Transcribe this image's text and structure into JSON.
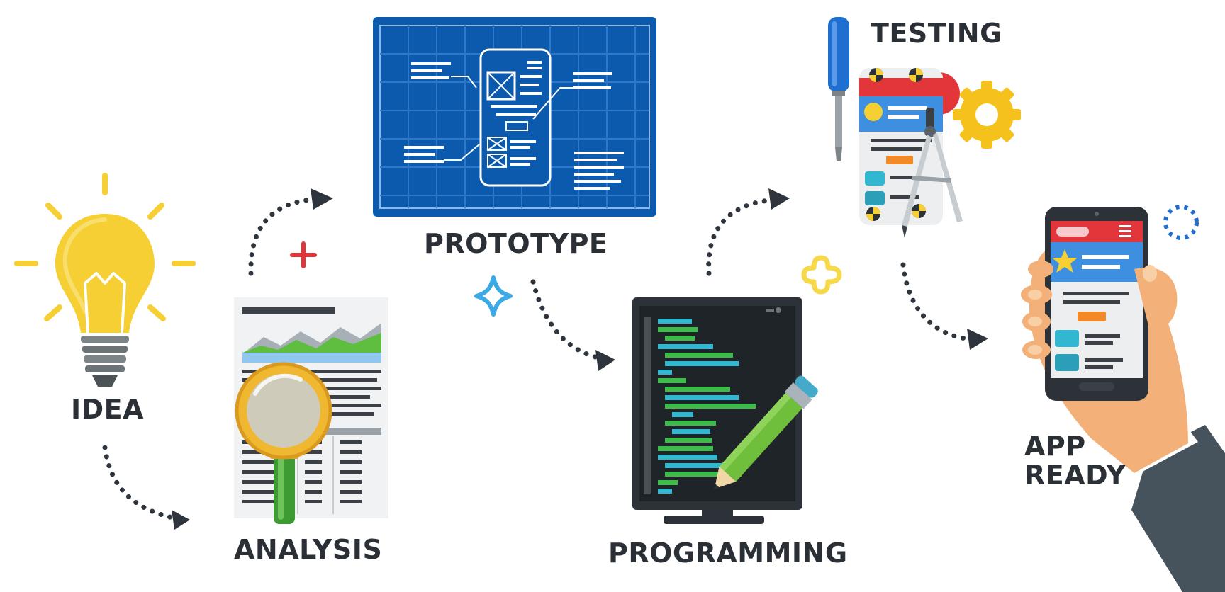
{
  "stages": [
    {
      "id": "idea",
      "label": "IDEA"
    },
    {
      "id": "analysis",
      "label": "ANALYSIS"
    },
    {
      "id": "prototype",
      "label": "PROTOTYPE"
    },
    {
      "id": "programming",
      "label": "PROGRAMMING"
    },
    {
      "id": "testing",
      "label": "TESTING"
    },
    {
      "id": "app_ready",
      "label_line1": "APP",
      "label_line2": "READY"
    }
  ],
  "colors": {
    "label_text": "#2b3036",
    "arrow": "#2f353c",
    "blueprint": "#0b5aad",
    "bulb": "#f6cf35",
    "code_green": "#3dbb4b",
    "code_cyan": "#31b7cf",
    "gear": "#f5c21d",
    "app_red": "#e2363a",
    "app_blue": "#3f8fe0",
    "skin": "#f3b078",
    "sleeve": "#46525c"
  },
  "icons": [
    "lightbulb-icon",
    "report-icon",
    "magnifier-icon",
    "blueprint-icon",
    "code-monitor-icon",
    "pencil-icon",
    "screwdriver-icon",
    "gear-icon",
    "compass-icon",
    "smartphone-icon",
    "hand-icon",
    "sparkle-icon",
    "plus-icon",
    "loading-ring-icon"
  ]
}
